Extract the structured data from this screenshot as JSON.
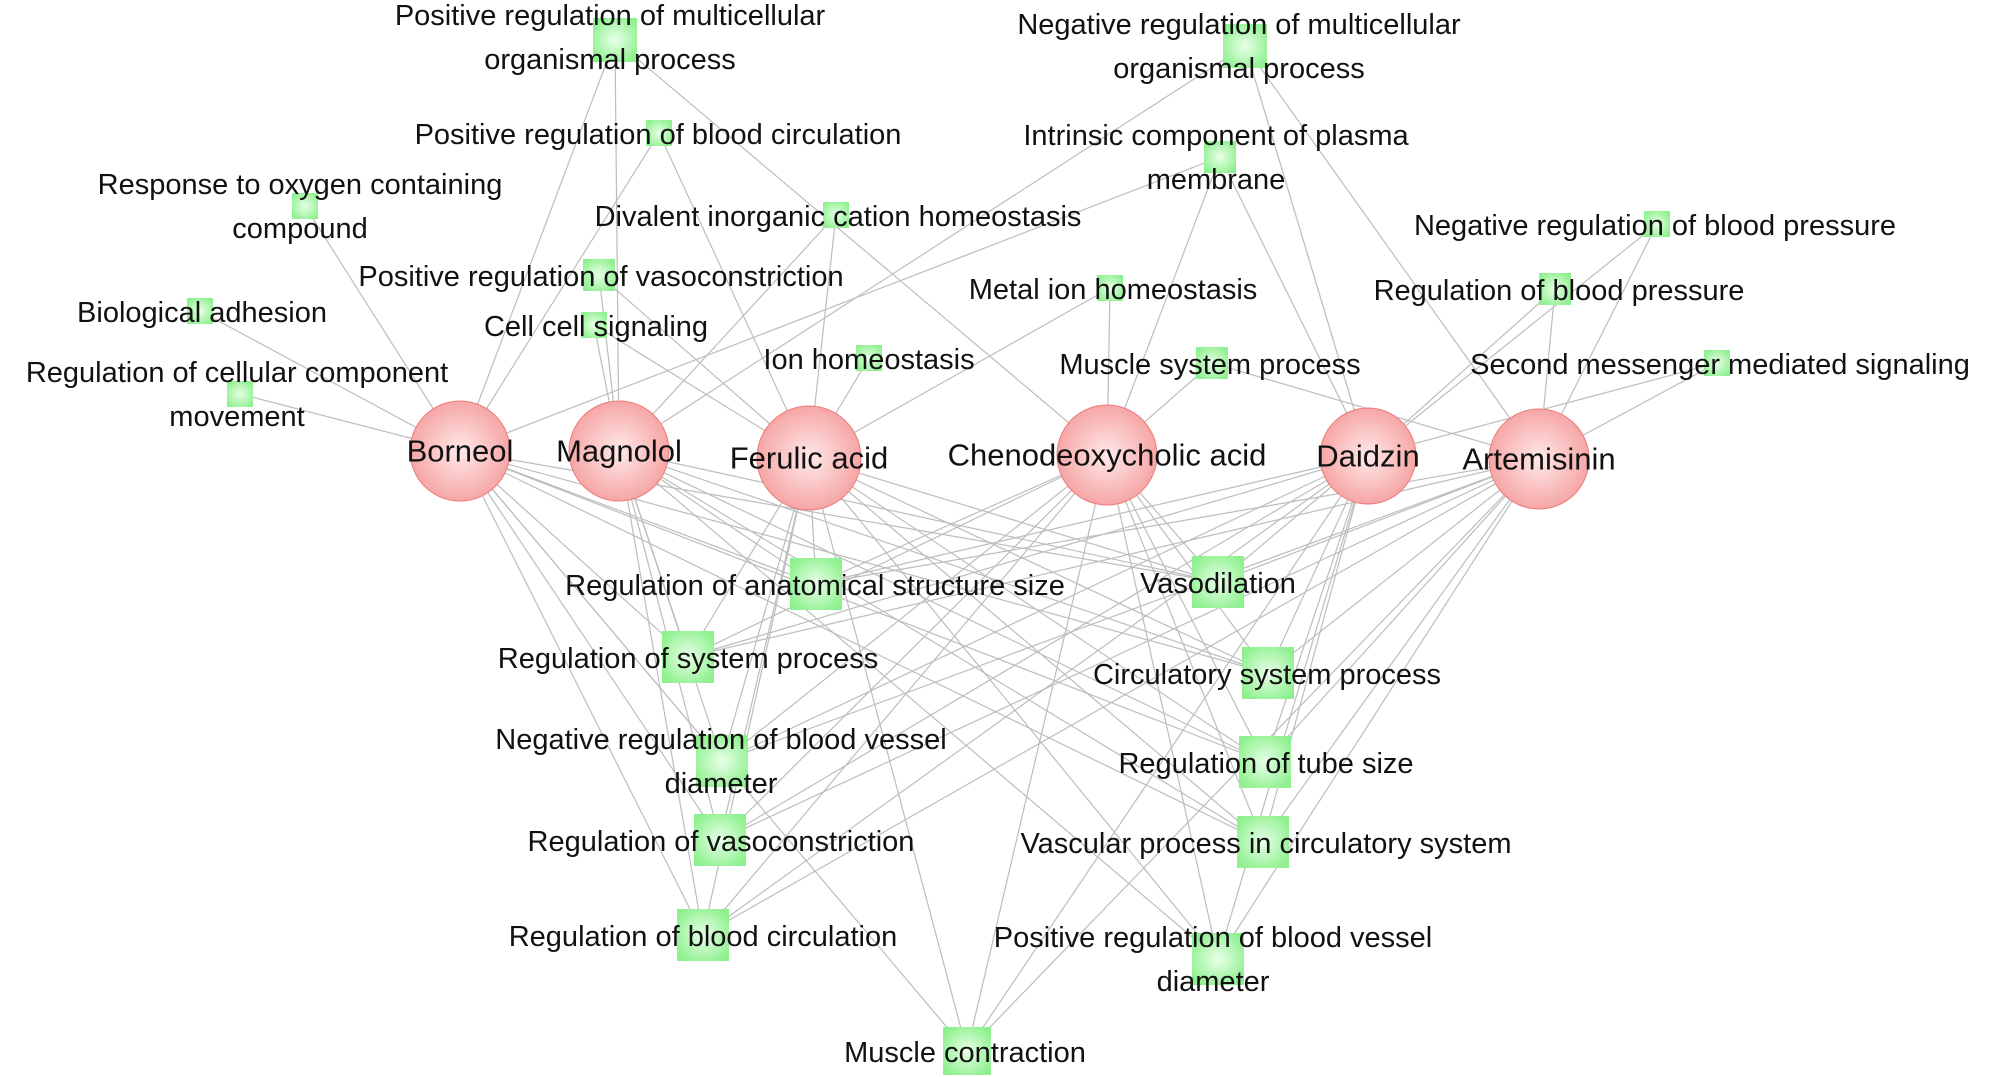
{
  "colors": {
    "compound_fill": "#f6a6a6",
    "compound_center": "#ffe9e9",
    "compound_edge": "#ee7c7c",
    "term_fill": "#8ef08e",
    "term_center": "#e9ffe9",
    "edge": "#bdbdbd",
    "text": "#111111"
  },
  "compounds": [
    {
      "id": "borneol",
      "label": "Borneol"
    },
    {
      "id": "magnolol",
      "label": "Magnolol"
    },
    {
      "id": "ferulic",
      "label": "Ferulic acid"
    },
    {
      "id": "cheno",
      "label": "Chenodeoxycholic acid"
    },
    {
      "id": "daidzin",
      "label": "Daidzin"
    },
    {
      "id": "artemisinin",
      "label": "Artemisinin"
    }
  ],
  "terms": [
    {
      "id": "t1",
      "label": [
        "Positive regulation of multicellular",
        "organismal process"
      ]
    },
    {
      "id": "t2",
      "label": [
        "Negative regulation of multicellular",
        "organismal process"
      ]
    },
    {
      "id": "t3",
      "label": [
        "Positive regulation of blood circulation"
      ]
    },
    {
      "id": "t4",
      "label": [
        "Intrinsic component of plasma",
        "membrane"
      ]
    },
    {
      "id": "t5",
      "label": [
        "Response to oxygen containing",
        "compound"
      ]
    },
    {
      "id": "t6",
      "label": [
        "Divalent inorganic cation homeostasis"
      ]
    },
    {
      "id": "t7",
      "label": [
        "Negative regulation of blood pressure"
      ]
    },
    {
      "id": "t8",
      "label": [
        "Positive regulation of vasoconstriction"
      ]
    },
    {
      "id": "t9",
      "label": [
        "Biological adhesion"
      ]
    },
    {
      "id": "t10",
      "label": [
        "Metal ion homeostasis"
      ]
    },
    {
      "id": "t11",
      "label": [
        "Regulation of blood pressure"
      ]
    },
    {
      "id": "t12",
      "label": [
        "Cell cell signaling"
      ]
    },
    {
      "id": "t13",
      "label": [
        "Ion homeostasis"
      ]
    },
    {
      "id": "t14",
      "label": [
        "Muscle system process"
      ]
    },
    {
      "id": "t15",
      "label": [
        "Second messenger mediated signaling"
      ]
    },
    {
      "id": "t16",
      "label": [
        "Regulation of cellular component",
        "movement"
      ]
    },
    {
      "id": "t17",
      "label": [
        "Regulation of anatomical structure size"
      ]
    },
    {
      "id": "t18",
      "label": [
        "Vasodilation"
      ]
    },
    {
      "id": "t19",
      "label": [
        "Regulation of system process"
      ]
    },
    {
      "id": "t20",
      "label": [
        "Circulatory system process"
      ]
    },
    {
      "id": "t21",
      "label": [
        "Negative regulation of blood vessel",
        "diameter"
      ]
    },
    {
      "id": "t22",
      "label": [
        "Regulation of tube size"
      ]
    },
    {
      "id": "t23",
      "label": [
        "Regulation of vasoconstriction"
      ]
    },
    {
      "id": "t24",
      "label": [
        "Vascular process in circulatory system"
      ]
    },
    {
      "id": "t25",
      "label": [
        "Regulation of blood circulation"
      ]
    },
    {
      "id": "t26",
      "label": [
        "Positive regulation of blood vessel",
        "diameter"
      ]
    },
    {
      "id": "t27",
      "label": [
        "Muscle contraction"
      ]
    }
  ]
}
